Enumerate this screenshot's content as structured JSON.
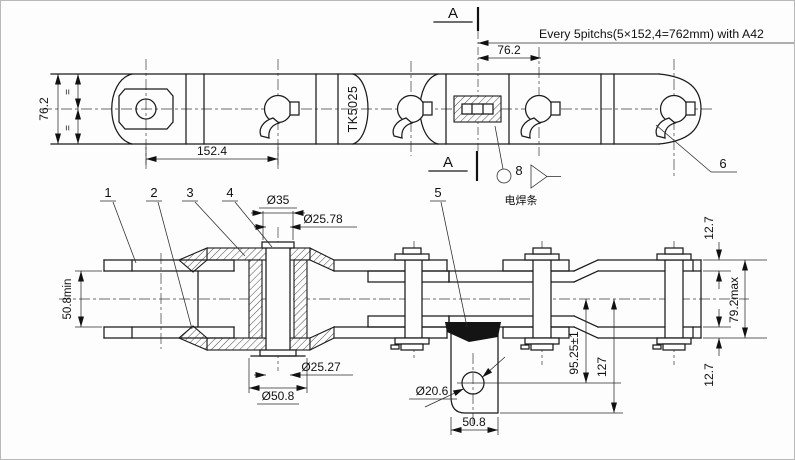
{
  "top_view": {
    "section_marker_top": "A",
    "section_marker_bottom": "A",
    "pitch_note": "Every 5pitchs(5×152,4=762mm) with A42",
    "dim_attach_half_pitch": "76.2",
    "dim_width": "76.2",
    "dim_pitch": "152.4",
    "equal_mark": "=",
    "part_marking": "TK5025",
    "callout_cotter": "6",
    "callout_weld": "8",
    "weld_note_cn": "电焊条"
  },
  "section_view": {
    "callout_1": "1",
    "callout_2": "2",
    "callout_3": "3",
    "callout_4": "4",
    "callout_5": "5",
    "dim_inner_width": "50.8min",
    "dim_boss_od": "Ø35",
    "dim_pin_upper": "Ø25.78",
    "dim_pin_lower": "Ø25.27",
    "dim_boss_base": "Ø50.8",
    "dim_attach_hole": "Ø20.6",
    "dim_attach_width": "50.8",
    "dim_hole_offset": "95.25±1",
    "dim_attach_depth": "127",
    "dim_plate_top": "12.7",
    "dim_outer_width": "79.2max",
    "dim_plate_bottom": "12.7"
  },
  "colors": {
    "line": "#1b1b1b",
    "background": "#fdfdfd"
  }
}
